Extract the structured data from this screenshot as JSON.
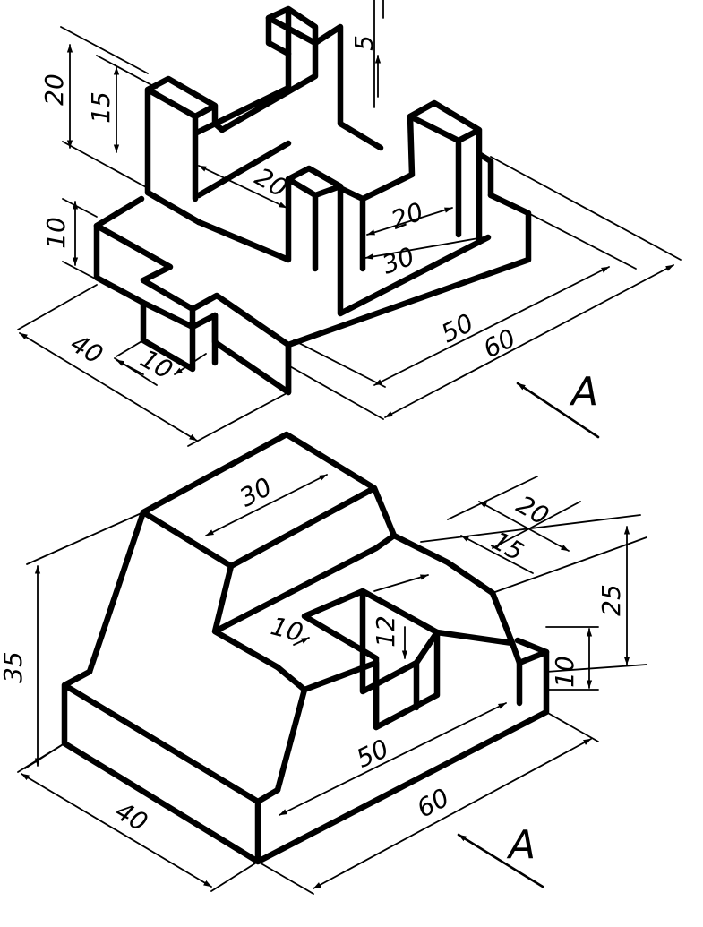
{
  "view_label": "A",
  "figure_top": {
    "dimensions": {
      "height_20": "20",
      "height_15": "15",
      "height_5": "5",
      "height_10": "10",
      "slot_20": "20",
      "gap_20": "20",
      "width_30": "30",
      "length_50": "50",
      "length_60": "60",
      "width_40": "40",
      "tab_10": "10"
    }
  },
  "figure_bottom": {
    "dimensions": {
      "top_30": "30",
      "slot_20": "20",
      "slot_15": "15",
      "height_35": "35",
      "height_25": "25",
      "height_10": "10",
      "notch_10": "10",
      "depth_12": "12",
      "length_50": "50",
      "length_60": "60",
      "width_40": "40"
    }
  }
}
